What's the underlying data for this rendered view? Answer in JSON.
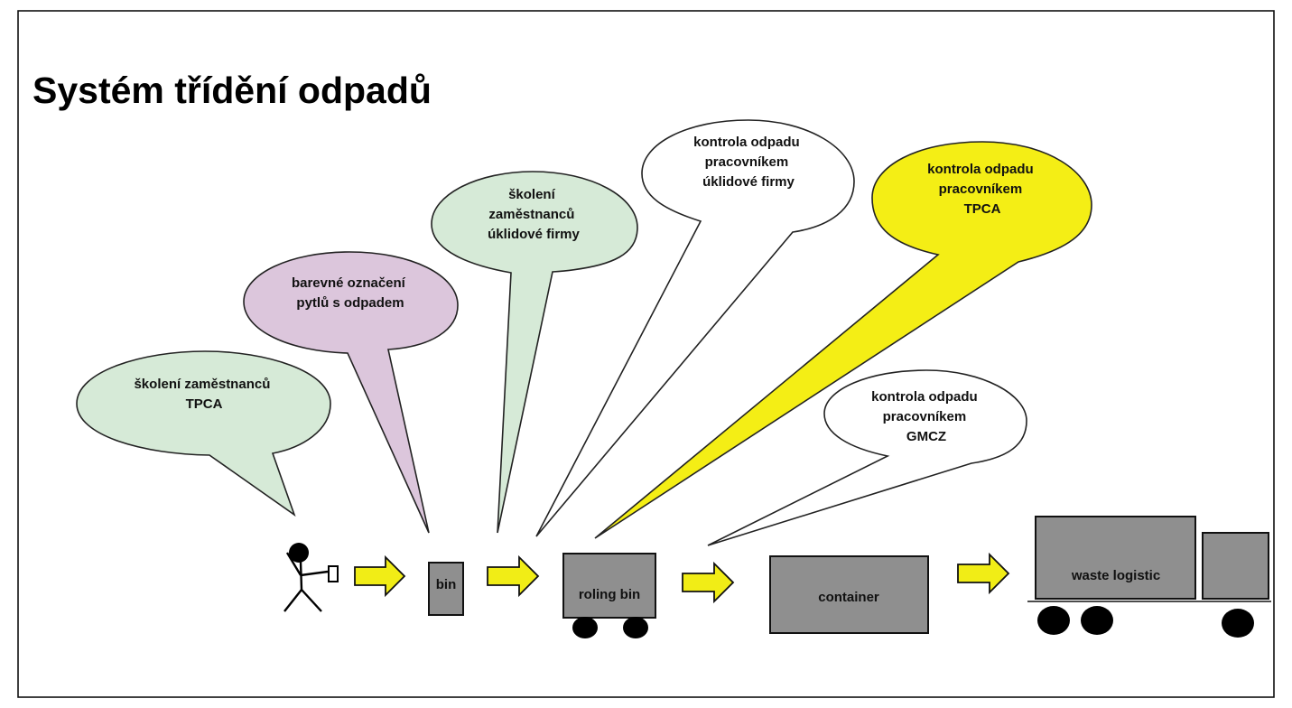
{
  "title": "Systém třídění odpadů",
  "colors": {
    "green": "#d6ead7",
    "purple": "#dcc6dc",
    "white": "#ffffff",
    "yellow": "#f4ee15",
    "gray": "#8f8f8f",
    "arrow": "#f1ed16"
  },
  "bubbles": [
    {
      "id": "skoleni-tpca",
      "color": "green",
      "lines": [
        "školení zaměstnanců",
        "TPCA"
      ]
    },
    {
      "id": "barevne-oznaceni",
      "color": "purple",
      "lines": [
        "barevné označení",
        "pytlů s odpadem"
      ]
    },
    {
      "id": "skoleni-uklidove",
      "color": "green",
      "lines": [
        "školení",
        "zaměstnanců",
        "úklidové  firmy"
      ]
    },
    {
      "id": "kontrola-uklidove",
      "color": "white",
      "lines": [
        "kontrola odpadu",
        "pracovníkem",
        "úklidové firmy"
      ]
    },
    {
      "id": "kontrola-tpca",
      "color": "yellow",
      "lines": [
        "kontrola odpadu",
        "pracovníkem",
        "TPCA"
      ]
    },
    {
      "id": "kontrola-gmcz",
      "color": "white",
      "lines": [
        "kontrola odpadu",
        "pracovníkem",
        "GMCZ"
      ]
    }
  ],
  "flow": {
    "person": "person-icon",
    "bin": "bin",
    "rolling_bin": "roling bin",
    "container": "container",
    "truck": "waste logistic"
  }
}
